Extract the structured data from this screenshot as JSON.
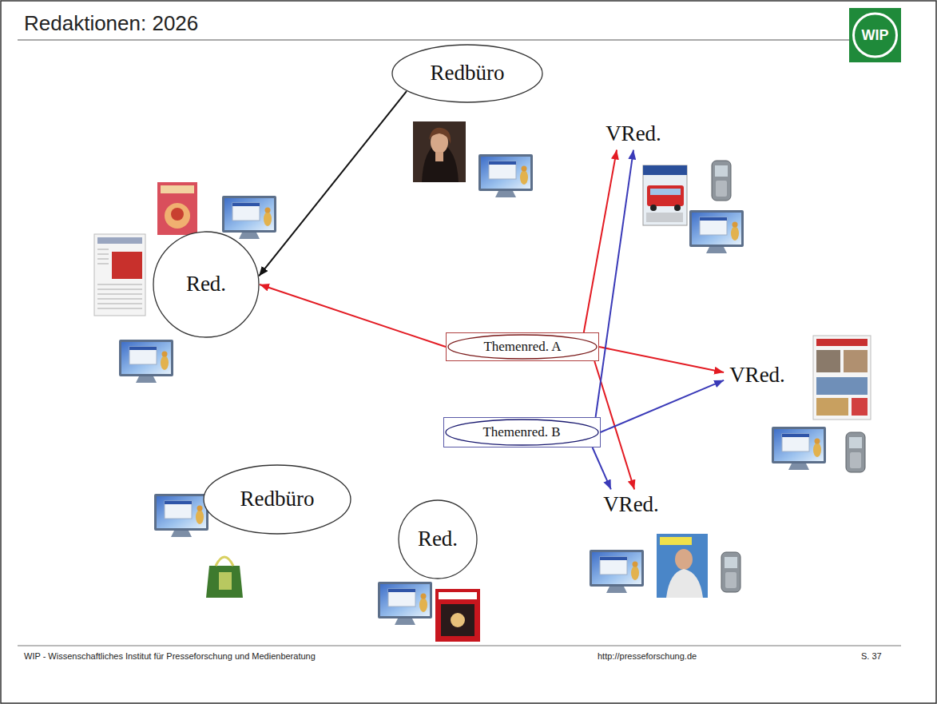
{
  "diagram": {
    "title": "Redaktionen: 2026",
    "nodes": [
      {
        "text": [
          "Redbüro"
        ]
      },
      {
        "text": [
          "VRed."
        ]
      },
      {
        "text": [
          "Red."
        ]
      },
      {
        "text": [
          "Themenred. A"
        ]
      },
      {
        "text": [
          "VRed."
        ]
      },
      {
        "text": [
          "Themenred. B"
        ]
      },
      {
        "text": [
          "Redbüro"
        ]
      },
      {
        "text": [
          "Red."
        ]
      },
      {
        "text": [
          "VRed."
        ]
      }
    ],
    "edges": [
      {
        "from": 0,
        "to": 2,
        "arrow": "to"
      },
      {
        "from": 3,
        "to": 2,
        "arrow": "to"
      },
      {
        "from": 3,
        "to": 1,
        "arrow": "to"
      },
      {
        "from": 3,
        "to": 4,
        "arrow": "to"
      },
      {
        "from": 3,
        "to": 8,
        "arrow": "to"
      },
      {
        "from": 5,
        "to": 1,
        "arrow": "to"
      },
      {
        "from": 5,
        "to": 4,
        "arrow": "to"
      },
      {
        "from": 5,
        "to": 8,
        "arrow": "to"
      }
    ],
    "labels": [
      "WIP",
      "WIP - Wissenschaftliches Institut für Presseforschung und Medienberatung",
      "http://presseforschung.de",
      "S. 37"
    ]
  }
}
